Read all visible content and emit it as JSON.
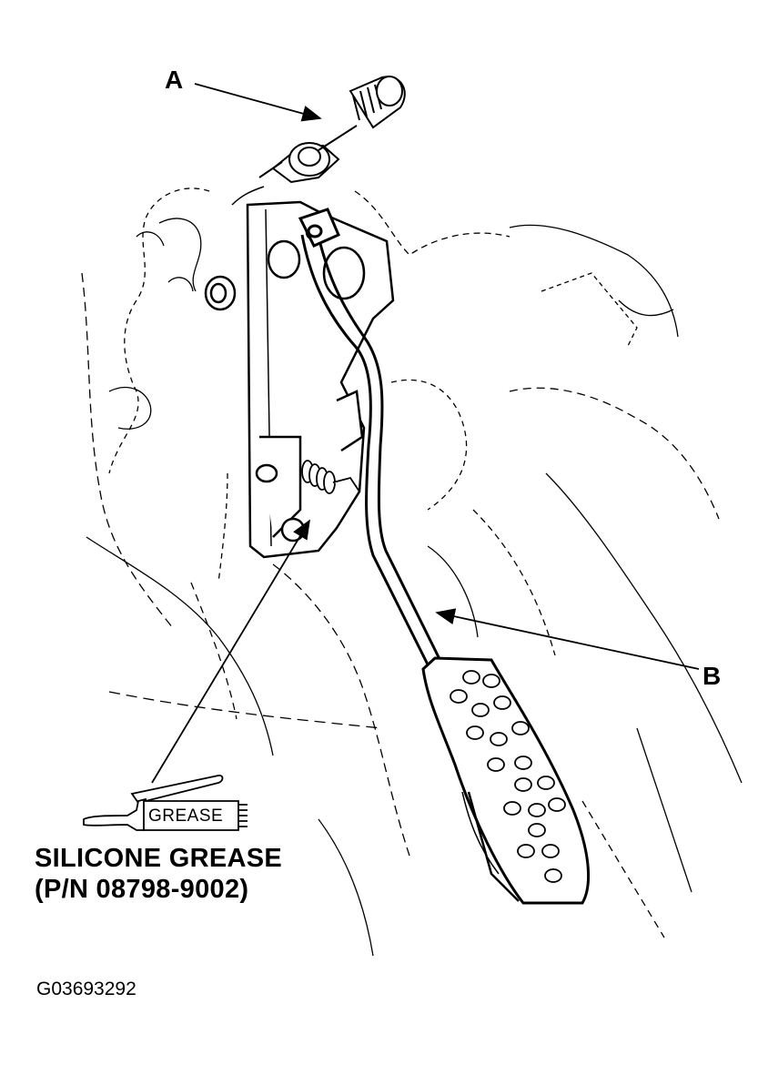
{
  "labels": {
    "part_a": "A",
    "part_b": "B"
  },
  "grease": {
    "tube_text": "GREASE",
    "name": "SILICONE GREASE",
    "part_number": "(P/N 08798-9002)"
  },
  "figure_id": "G03693292"
}
